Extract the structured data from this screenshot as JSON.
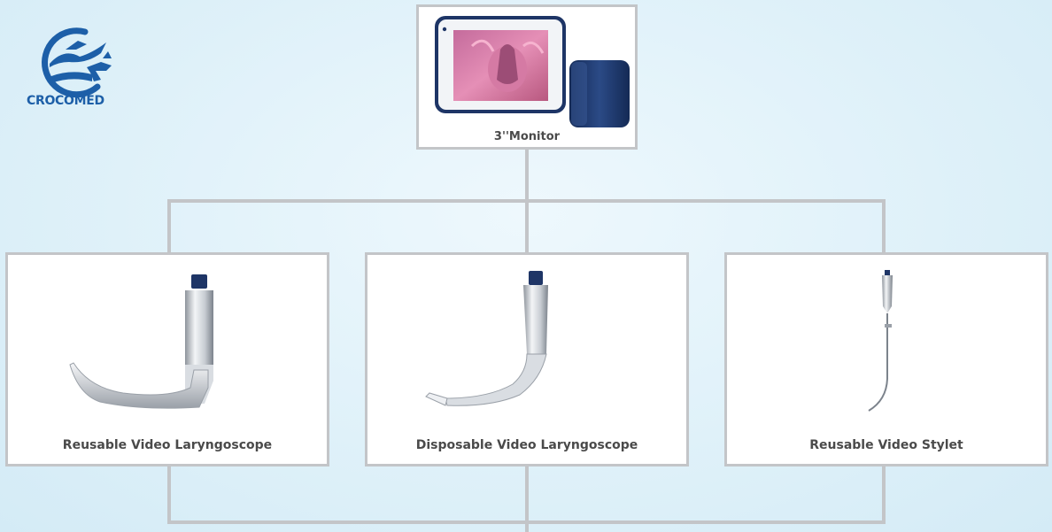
{
  "logo": {
    "text": "CROCOMED",
    "color": "#1d5fa8"
  },
  "monitor": {
    "label": "3''Monitor",
    "icon": "monitor-device-icon"
  },
  "products": [
    {
      "label": "Reusable Video Laryngoscope",
      "icon": "reusable-laryngoscope-icon"
    },
    {
      "label": "Disposable Video Laryngoscope",
      "icon": "disposable-laryngoscope-icon"
    },
    {
      "label": "Reusable Video Stylet",
      "icon": "video-stylet-icon"
    }
  ],
  "colors": {
    "connector": "#c3c5c8",
    "handle_navy": "#1e3566",
    "background": "#dff1f9"
  }
}
